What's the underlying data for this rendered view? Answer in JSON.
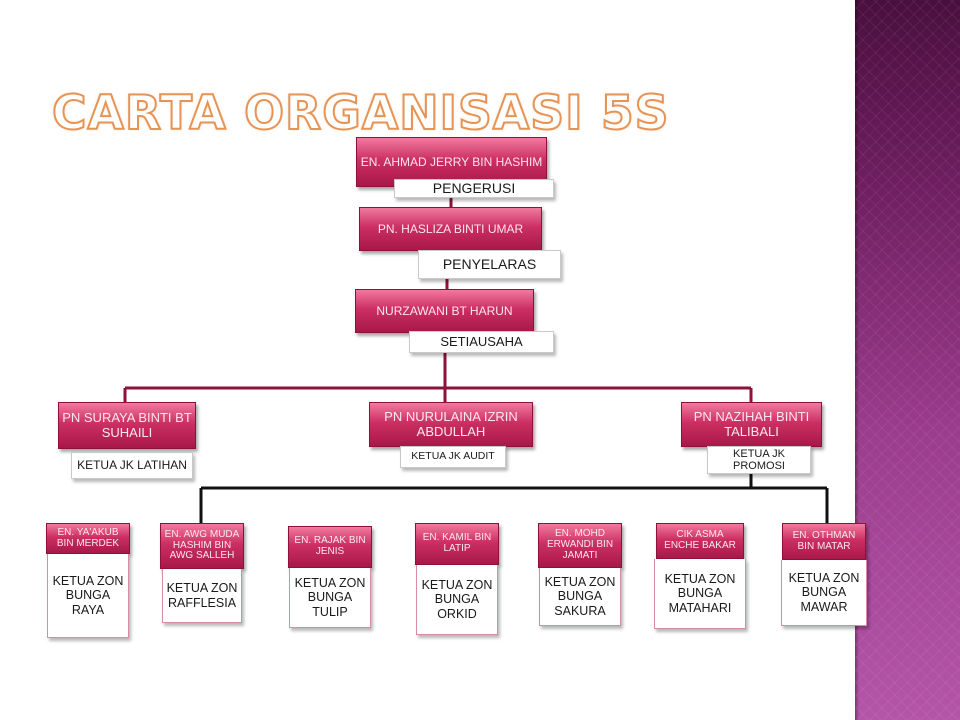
{
  "title": "CARTA ORGANISASI 5S",
  "colors": {
    "accent_pink": "#cc2f63",
    "title_orange": "#e69455",
    "side_purple": "#6e1e60",
    "connector": "#8c123b"
  },
  "chairman": {
    "name": "EN. AHMAD JERRY BIN HASHIM",
    "role": "PENGERUSI"
  },
  "coordinator": {
    "name": "PN. HASLIZA BINTI UMAR",
    "role": "PENYELARAS"
  },
  "secretary": {
    "name": "NURZAWANI BT HARUN",
    "role": "SETIAUSAHA"
  },
  "committee_heads": [
    {
      "name": "PN SURAYA BINTI BT SUHAILI",
      "role": "KETUA JK LATIHAN"
    },
    {
      "name": "PN NURULAINA IZRIN ABDULLAH",
      "role": "KETUA JK AUDIT"
    },
    {
      "name": "PN NAZIHAH BINTI TALIBALI",
      "role": "KETUA JK PROMOSI"
    }
  ],
  "zone_heads": [
    {
      "name": "EN. YA'AKUB BIN MERDEK",
      "role": "KETUA ZON BUNGA RAYA"
    },
    {
      "name": "EN. AWG MUDA HASHIM BIN AWG SALLEH",
      "role": "KETUA ZON RAFFLESIA"
    },
    {
      "name": "EN. RAJAK BIN JENIS",
      "role": "KETUA ZON BUNGA TULIP"
    },
    {
      "name": "EN. KAMIL BIN LATIP",
      "role": "KETUA ZON BUNGA ORKID"
    },
    {
      "name": "EN. MOHD ERWANDI BIN JAMATI",
      "role": "KETUA ZON BUNGA SAKURA"
    },
    {
      "name": "CIK ASMA ENCHE BAKAR",
      "role": "KETUA ZON BUNGA MATAHARI"
    },
    {
      "name": "EN. OTHMAN BIN MATAR",
      "role": "KETUA ZON BUNGA MAWAR"
    }
  ]
}
